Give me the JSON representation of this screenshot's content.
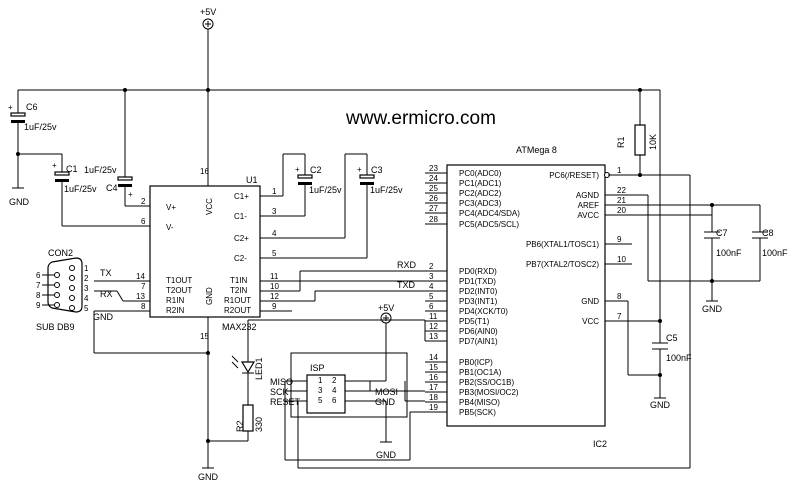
{
  "watermark": "www.ermicro.com",
  "power": {
    "vcc_top": "+5V",
    "vcc_isp": "+5V"
  },
  "ground_label": "GND",
  "u1": {
    "ref": "U1",
    "part": "MAX232",
    "pins_left": [
      {
        "num": "1",
        "name": "C1+"
      },
      {
        "num": "3",
        "name": "C1-"
      },
      {
        "num": "4",
        "name": "C2+"
      },
      {
        "num": "5",
        "name": "C2-"
      },
      {
        "num": "11",
        "name": "T1IN"
      },
      {
        "num": "10",
        "name": "T2IN"
      },
      {
        "num": "12",
        "name": "R1OUT"
      },
      {
        "num": "9",
        "name": "R2OUT"
      }
    ],
    "pins_inner_left": [
      {
        "num": "2",
        "name": "V+"
      },
      {
        "num": "6",
        "name": "V-"
      },
      {
        "num": "14",
        "name": "T1OUT"
      },
      {
        "num": "7",
        "name": "T2OUT"
      },
      {
        "num": "13",
        "name": "R1IN"
      },
      {
        "num": "8",
        "name": "R2IN"
      }
    ],
    "vcc": {
      "num": "16",
      "name": "VCC"
    },
    "gnd": {
      "num": "15",
      "name": "GND"
    }
  },
  "ic2": {
    "ref": "IC2",
    "part": "ATMega 8",
    "left_pins": [
      {
        "num": "23",
        "name": "PC0(ADC0)"
      },
      {
        "num": "24",
        "name": "PC1(ADC1)"
      },
      {
        "num": "25",
        "name": "PC2(ADC2)"
      },
      {
        "num": "26",
        "name": "PC3(ADC3)"
      },
      {
        "num": "27",
        "name": "PC4(ADC4/SDA)"
      },
      {
        "num": "28",
        "name": "PC5(ADC5/SCL)"
      },
      {
        "num": "2",
        "name": "PD0(RXD)"
      },
      {
        "num": "3",
        "name": "PD1(TXD)"
      },
      {
        "num": "4",
        "name": "PD2(INT0)"
      },
      {
        "num": "5",
        "name": "PD3(INT1)"
      },
      {
        "num": "6",
        "name": "PD4(XCK/T0)"
      },
      {
        "num": "11",
        "name": "PD5(T1)"
      },
      {
        "num": "12",
        "name": "PD6(AIN0)"
      },
      {
        "num": "13",
        "name": "PD7(AIN1)"
      },
      {
        "num": "14",
        "name": "PB0(ICP)"
      },
      {
        "num": "15",
        "name": "PB1(OC1A)"
      },
      {
        "num": "16",
        "name": "PB2(SS/OC1B)"
      },
      {
        "num": "17",
        "name": "PB3(MOSI/OC2)"
      },
      {
        "num": "18",
        "name": "PB4(MISO)"
      },
      {
        "num": "19",
        "name": "PB5(SCK)"
      }
    ],
    "right_pins": [
      {
        "num": "1",
        "name": "PC6(/RESET)"
      },
      {
        "num": "22",
        "name": "AGND"
      },
      {
        "num": "21",
        "name": "AREF"
      },
      {
        "num": "20",
        "name": "AVCC"
      },
      {
        "num": "9",
        "name": "PB6(XTAL1/TOSC1)"
      },
      {
        "num": "10",
        "name": "PB7(XTAL2/TOSC2)"
      },
      {
        "num": "8",
        "name": "GND"
      },
      {
        "num": "7",
        "name": "VCC"
      }
    ]
  },
  "caps": {
    "c6": {
      "ref": "C6",
      "value": "1uF/25v"
    },
    "c1": {
      "ref": "C1",
      "value": "1uF/25v"
    },
    "c4": {
      "ref": "C4",
      "value": "1uF/25v"
    },
    "c2": {
      "ref": "C2",
      "value": "1uF/25v"
    },
    "c3": {
      "ref": "C3",
      "value": "1uF/25v"
    },
    "c5": {
      "ref": "C5",
      "value": "100nF"
    },
    "c7": {
      "ref": "C7",
      "value": "100nF"
    },
    "c8": {
      "ref": "C8",
      "value": "100nF"
    }
  },
  "resistors": {
    "r1": {
      "ref": "R1",
      "value": "10K"
    },
    "r2": {
      "ref": "R2",
      "value": "330"
    }
  },
  "led": {
    "ref": "LED1"
  },
  "con2": {
    "ref": "CON2",
    "part": "SUB DB9",
    "pins": [
      "6",
      "7",
      "8",
      "9",
      "1",
      "2",
      "3",
      "4",
      "5"
    ]
  },
  "isp": {
    "ref": "ISP",
    "left_signals": [
      "MISO",
      "SCK",
      "RESET"
    ],
    "right_signals": [
      "MOSI",
      "GND"
    ],
    "pins": [
      "1",
      "2",
      "3",
      "4",
      "5",
      "6"
    ]
  },
  "nets": {
    "tx": "TX",
    "rx": "RX",
    "rxd": "RXD",
    "txd": "TXD"
  }
}
